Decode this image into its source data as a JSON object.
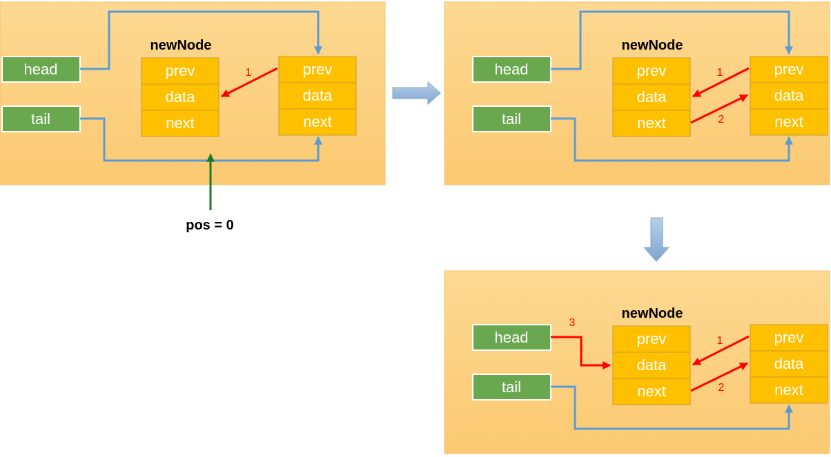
{
  "labels": {
    "head": "head",
    "tail": "tail",
    "newNode": "newNode",
    "prev": "prev",
    "data": "data",
    "next": "next",
    "pos": "pos = 0",
    "step1": "1",
    "step2": "2",
    "step3": "3"
  },
  "colors": {
    "panel": "#fdd992",
    "var_box": "#6aa84f",
    "node_cell": "#ffc000",
    "link_blue": "#5b9bd5",
    "link_red": "#ff0000",
    "pointer_green": "#1a7a2e"
  }
}
